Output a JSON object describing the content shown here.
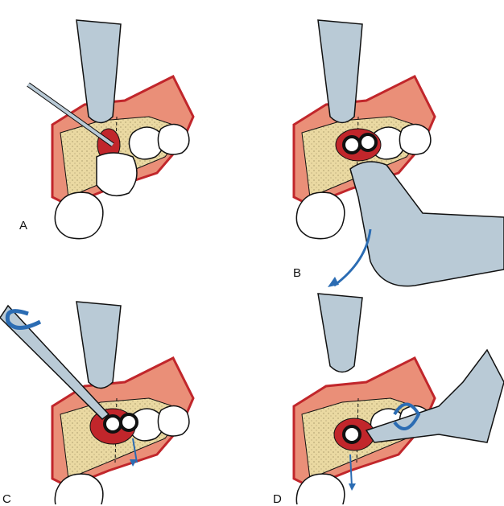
{
  "panels": [
    {
      "label": "A"
    },
    {
      "label": "B"
    },
    {
      "label": "C"
    },
    {
      "label": "D"
    }
  ],
  "colors": {
    "gum": "#ea8f78",
    "gum_edge": "#c1262b",
    "bone": "#ead9a2",
    "tooth": "#ffffff",
    "instrument": "#b9cad6",
    "arrow": "#2b6cb3",
    "outline": "#111111"
  }
}
